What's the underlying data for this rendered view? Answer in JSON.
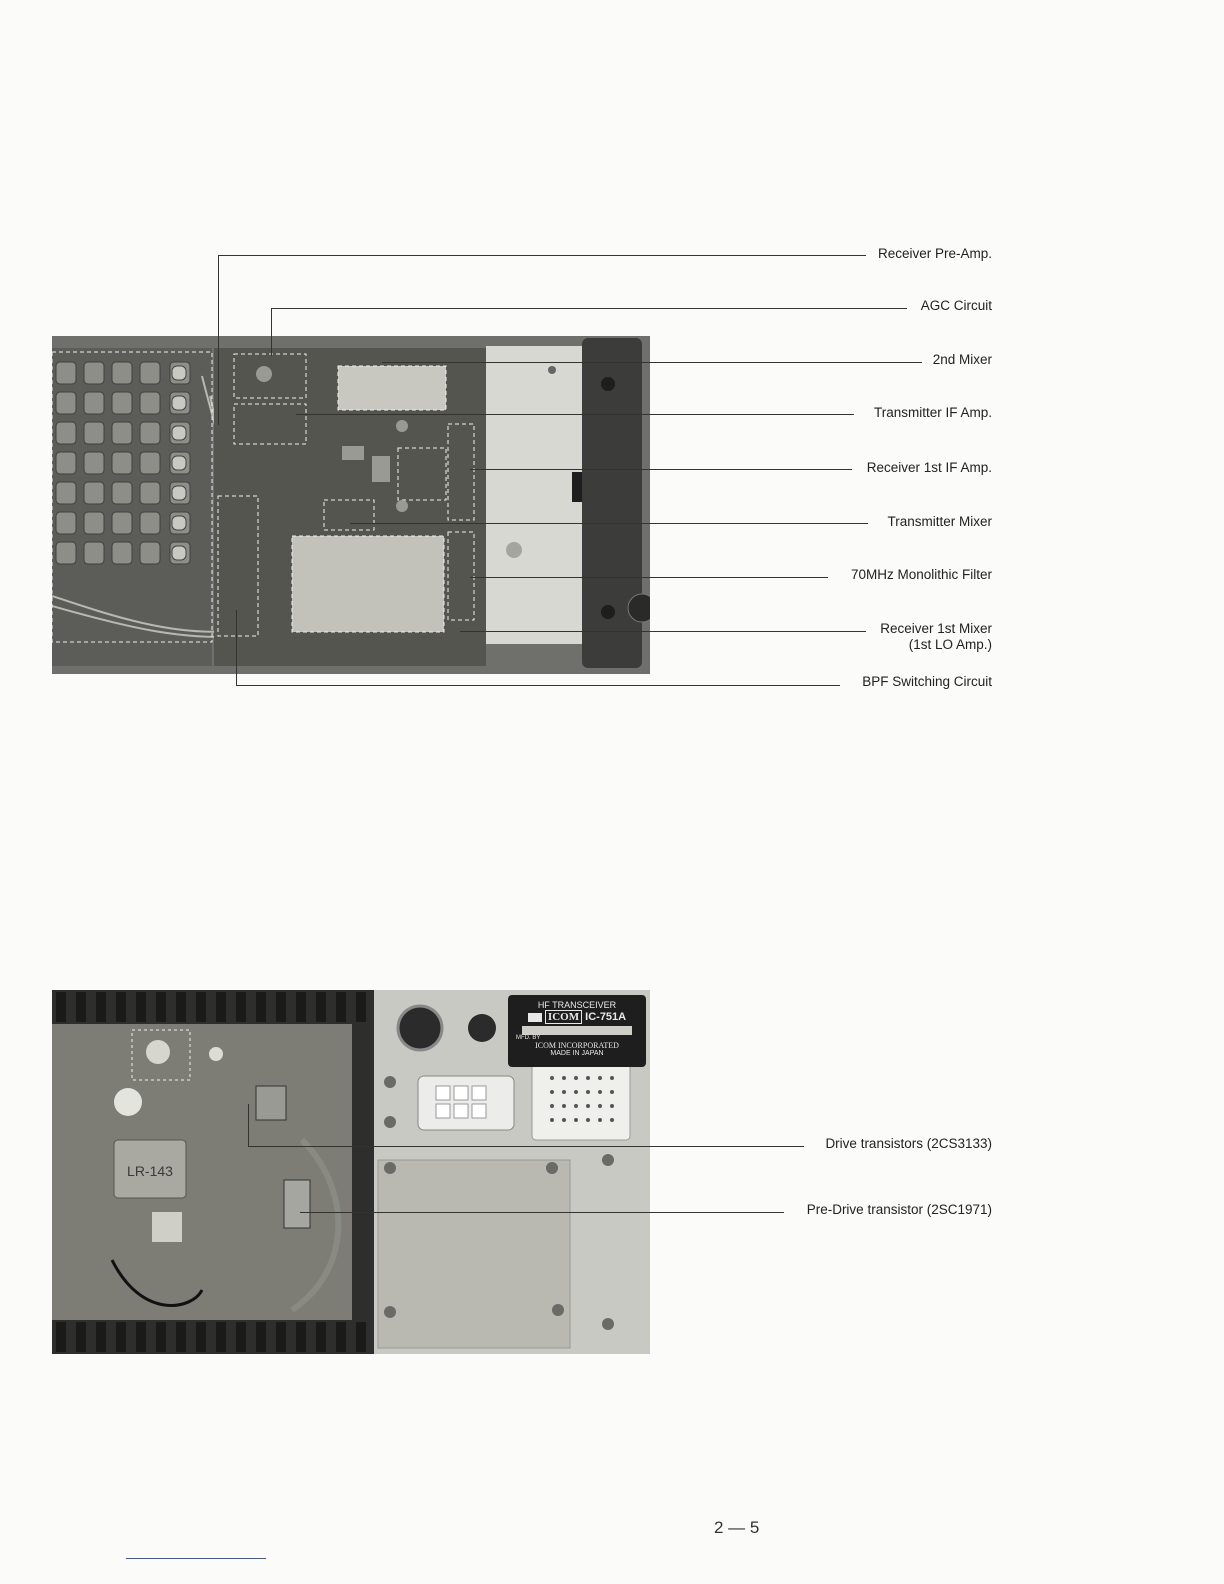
{
  "figure_top": {
    "callouts": [
      {
        "id": "receiver-pre-amp",
        "text": "Receiver Pre-Amp."
      },
      {
        "id": "agc-circuit",
        "text": "AGC Circuit"
      },
      {
        "id": "2nd-mixer",
        "text": "2nd Mixer"
      },
      {
        "id": "transmitter-if-amp",
        "text": "Transmitter IF Amp."
      },
      {
        "id": "receiver-1st-if-amp",
        "text": "Receiver 1st IF Amp."
      },
      {
        "id": "transmitter-mixer",
        "text": "Transmitter Mixer"
      },
      {
        "id": "70mhz-monolithic-filter",
        "text": "70MHz Monolithic Filter"
      },
      {
        "id": "receiver-1st-mixer",
        "text": "Receiver 1st Mixer",
        "text2": "(1st LO Amp.)"
      },
      {
        "id": "bpf-switching-circuit",
        "text": "BPF Switching Circuit"
      }
    ]
  },
  "figure_bottom": {
    "nameplate": {
      "line1": "HF TRANSCEIVER",
      "brand": "ICOM",
      "model": "IC-751A",
      "mfd": "MFD. BY",
      "maker": "ICOM INCORPORATED",
      "origin": "MADE IN JAPAN"
    },
    "pcb_marking": "LR-143",
    "callouts": [
      {
        "id": "drive-transistors",
        "text": "Drive transistors (2CS3133)"
      },
      {
        "id": "pre-drive-transistor",
        "text": "Pre-Drive transistor (2SC1971)"
      }
    ]
  },
  "footer": {
    "page_number": "2 — 5"
  }
}
